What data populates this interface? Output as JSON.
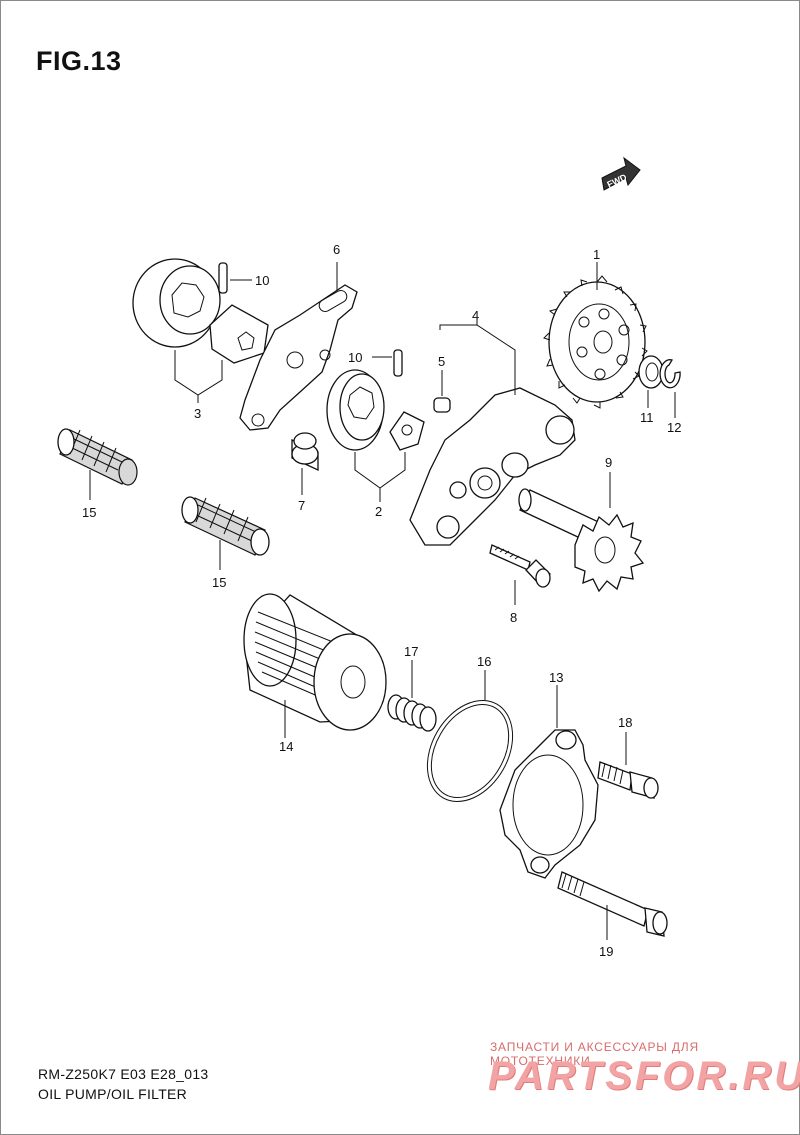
{
  "figure": {
    "title": "FIG.13"
  },
  "footer": {
    "model_code": "RM-Z250K7 E03 E28_013",
    "section_name": "OIL PUMP/OIL FILTER"
  },
  "fwd_marker": {
    "text": "FWD"
  },
  "watermark": {
    "tagline": "ЗАПЧАСТИ И АКСЕССУАРЫ ДЛЯ МОТОТЕХНИКИ",
    "logo_text": "PARTSFOR.RU"
  },
  "callouts": [
    "1",
    "2",
    "3",
    "4",
    "5",
    "6",
    "7",
    "8",
    "9",
    "10",
    "10",
    "11",
    "12",
    "13",
    "14",
    "15",
    "15",
    "16",
    "17",
    "18",
    "19"
  ]
}
